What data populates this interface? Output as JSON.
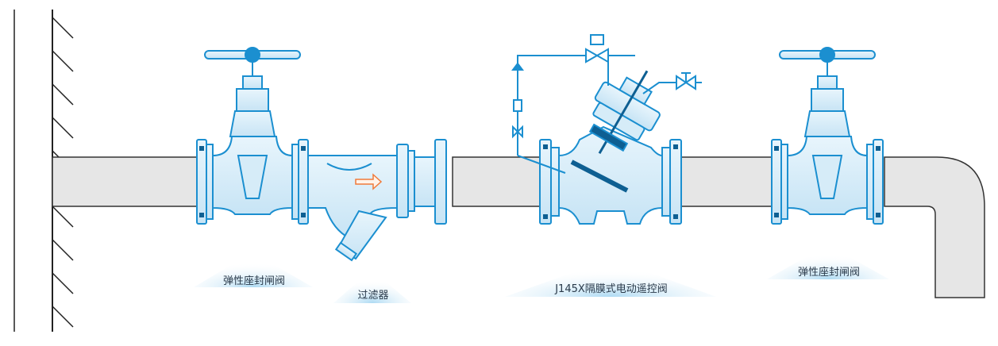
{
  "labels": {
    "gate_valve_left": "弹性座封闸阀",
    "strainer": "过滤器",
    "control_valve": "J145X隔膜式电动遥控阀",
    "gate_valve_right": "弹性座封闸阀"
  },
  "colors": {
    "valve_blue": "#1b8fd0",
    "valve_dark": "#0e5f92",
    "valve_fill": "#d6ecf8",
    "pipe_fill": "#e6e6e6",
    "pipe_stroke": "#333333",
    "label_glow": "#bfe2f5",
    "flow_arrow": "#f07a3a"
  },
  "icons": [
    "flow-arrow-icon",
    "solenoid-valve-icon",
    "needle-valve-icon",
    "handwheel-icon"
  ]
}
